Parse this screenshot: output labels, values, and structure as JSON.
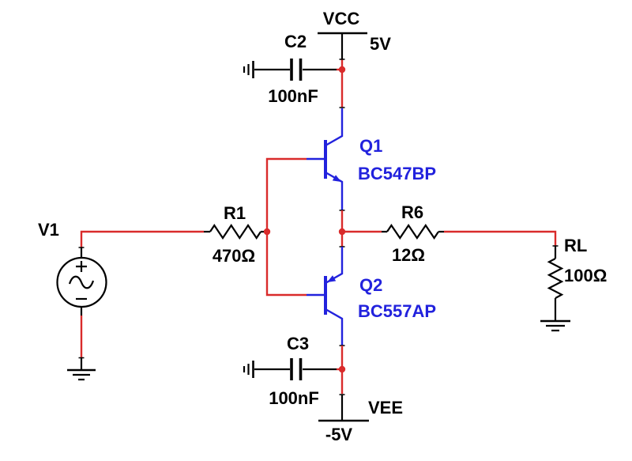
{
  "colors": {
    "wire": "#d92b2b",
    "device": "#2222dd",
    "ink": "#000000",
    "background": "#ffffff"
  },
  "power": {
    "vcc": {
      "name": "VCC",
      "voltage": "5V"
    },
    "vee": {
      "name": "VEE",
      "voltage": "-5V"
    }
  },
  "components": {
    "v1": {
      "ref": "V1",
      "type": "ac-voltage-source"
    },
    "r1": {
      "ref": "R1",
      "value": "470Ω"
    },
    "r6": {
      "ref": "R6",
      "value": "12Ω"
    },
    "rl": {
      "ref": "RL",
      "value": "100Ω"
    },
    "c2": {
      "ref": "C2",
      "value": "100nF"
    },
    "c3": {
      "ref": "C3",
      "value": "100nF"
    },
    "q1": {
      "ref": "Q1",
      "part": "BC547BP",
      "type": "npn-transistor"
    },
    "q2": {
      "ref": "Q2",
      "part": "BC557AP",
      "type": "pnp-transistor"
    }
  }
}
